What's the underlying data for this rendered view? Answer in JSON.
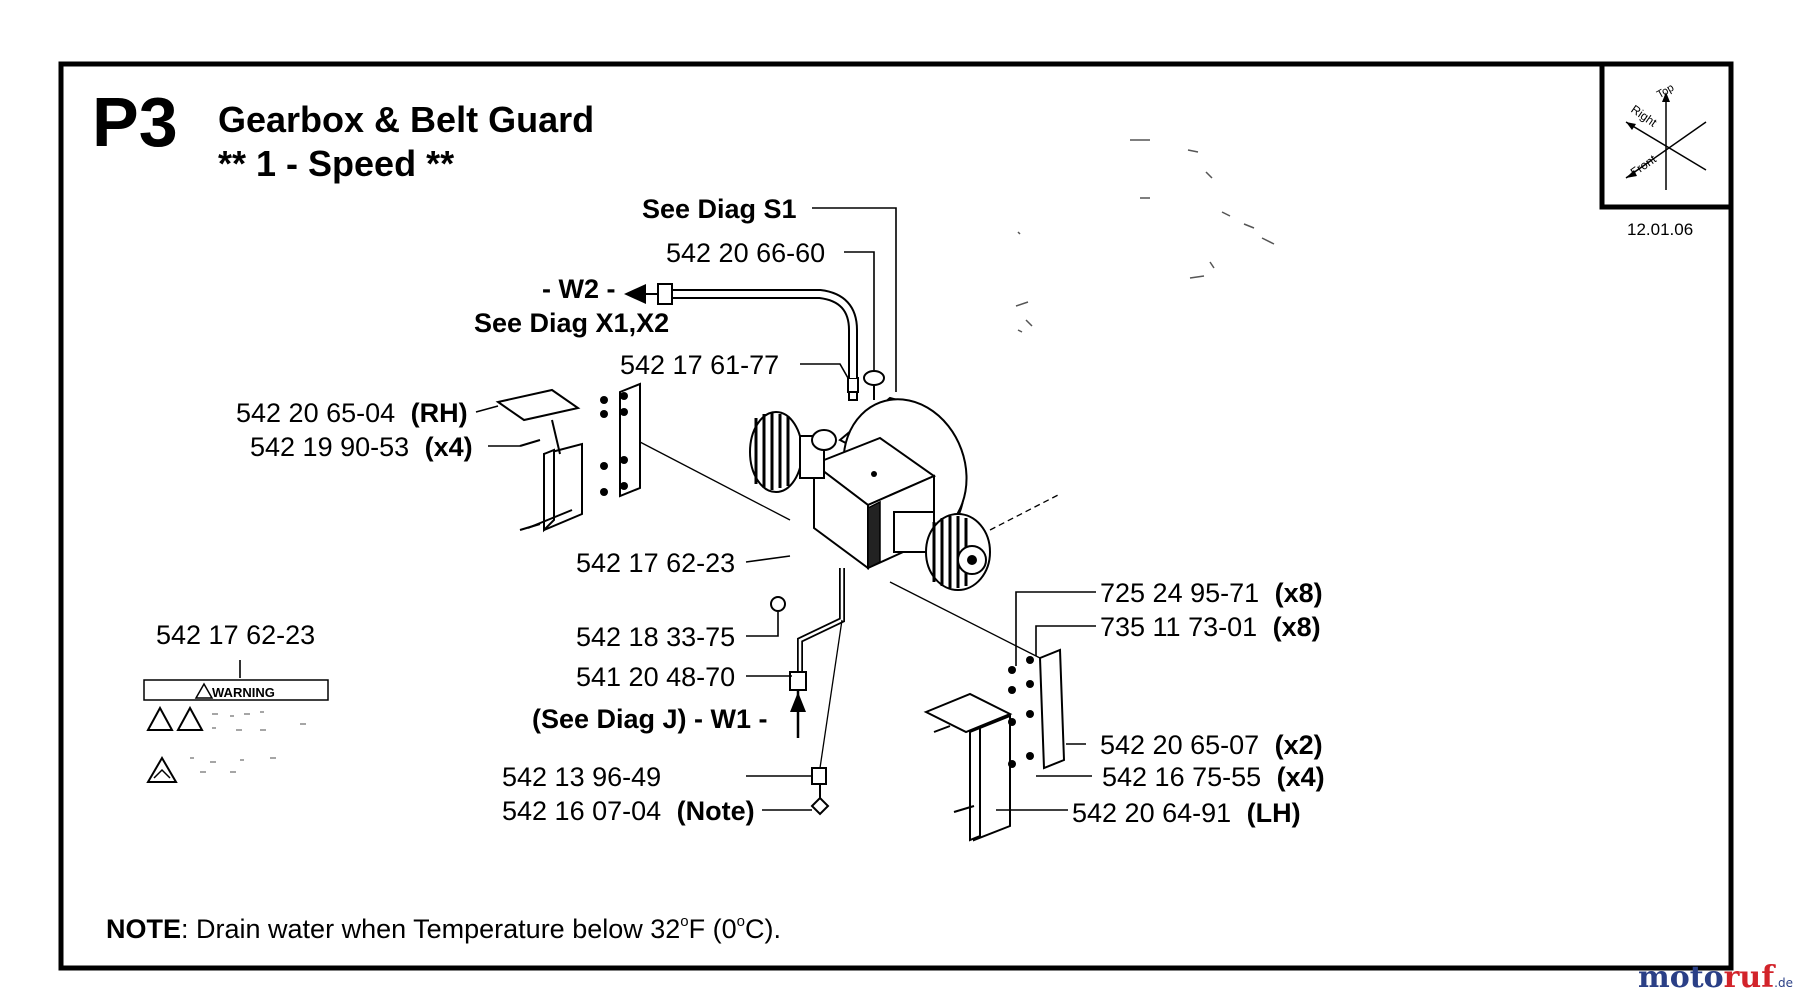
{
  "header": {
    "section_code": "P3",
    "title": "Gearbox & Belt Guard",
    "subtitle": "** 1 - Speed **",
    "date": "12.01.06"
  },
  "orientation": {
    "top": "Top",
    "right": "Right",
    "front": "Front"
  },
  "callouts": {
    "see_diag_s1": "See Diag S1",
    "p_542206660": "542 20 66-60",
    "w2_ref": "- W2 -",
    "see_diag_x1x2": "See Diag X1,X2",
    "p_542176177": "542 17 61-77",
    "p_542206504_num": "542 20 65-04",
    "p_542206504_suffix": "(RH)",
    "p_542199053_num": "542 19 90-53",
    "p_542199053_suffix": "(x4)",
    "p_542176223": "542 17 62-23",
    "p_542183375": "542 18 33-75",
    "p_541204870": "541 20 48-70",
    "w1_ref": "(See Diag J) - W1 -",
    "p_542139649": "542 13 96-49",
    "p_542160704_num": "542 16 07-04",
    "p_542160704_suffix": "(Note)",
    "p_725249571_num": "725 24 95-71",
    "p_725249571_suffix": "(x8)",
    "p_735117301_num": "735 11 73-01",
    "p_735117301_suffix": "(x8)",
    "p_542206507_num": "542 20 65-07",
    "p_542206507_suffix": "(x2)",
    "p_542167555_num": "542 16 75-55",
    "p_542167555_suffix": "(x4)",
    "p_542206491_num": "542 20 64-91",
    "p_542206491_suffix": "(LH)"
  },
  "decal": {
    "part_number": "542 17 62-23",
    "warning_text": "WARNING"
  },
  "note": {
    "label": "NOTE",
    "text_before": ": Drain water when Temperature below 32",
    "deg1": "o",
    "text_mid": "F (0",
    "deg2": "o",
    "text_after": "C)."
  },
  "watermark": {
    "part_a": "moto",
    "part_b": "ruf",
    "part_c": ".de"
  }
}
